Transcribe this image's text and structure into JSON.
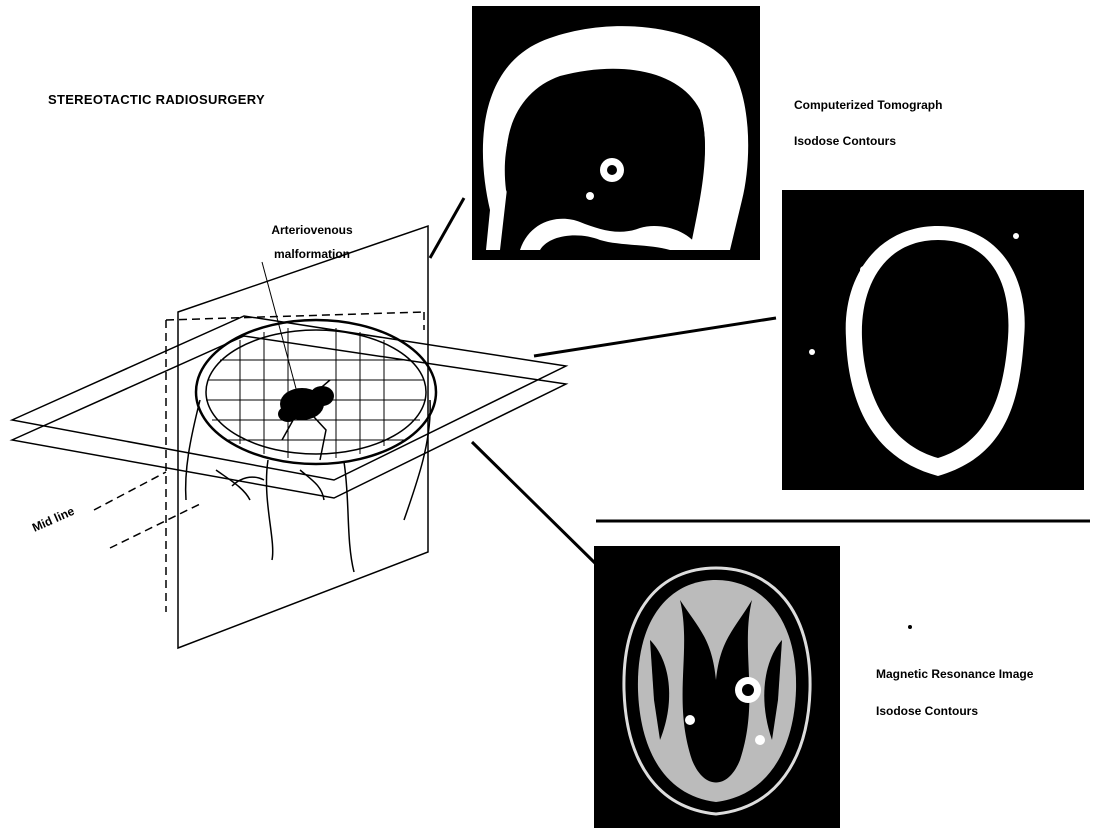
{
  "title": "STEREOTACTIC RADIOSURGERY",
  "labels": {
    "avm_line1": "Arteriovenous",
    "avm_line2": "malformation",
    "mid_line": "Mid line"
  },
  "ct_caption": {
    "line1": "Computerized Tomograph",
    "line2": "Isodose Contours"
  },
  "mri_caption": {
    "line1": "Magnetic Resonance Image",
    "line2": "Isodose Contours"
  }
}
